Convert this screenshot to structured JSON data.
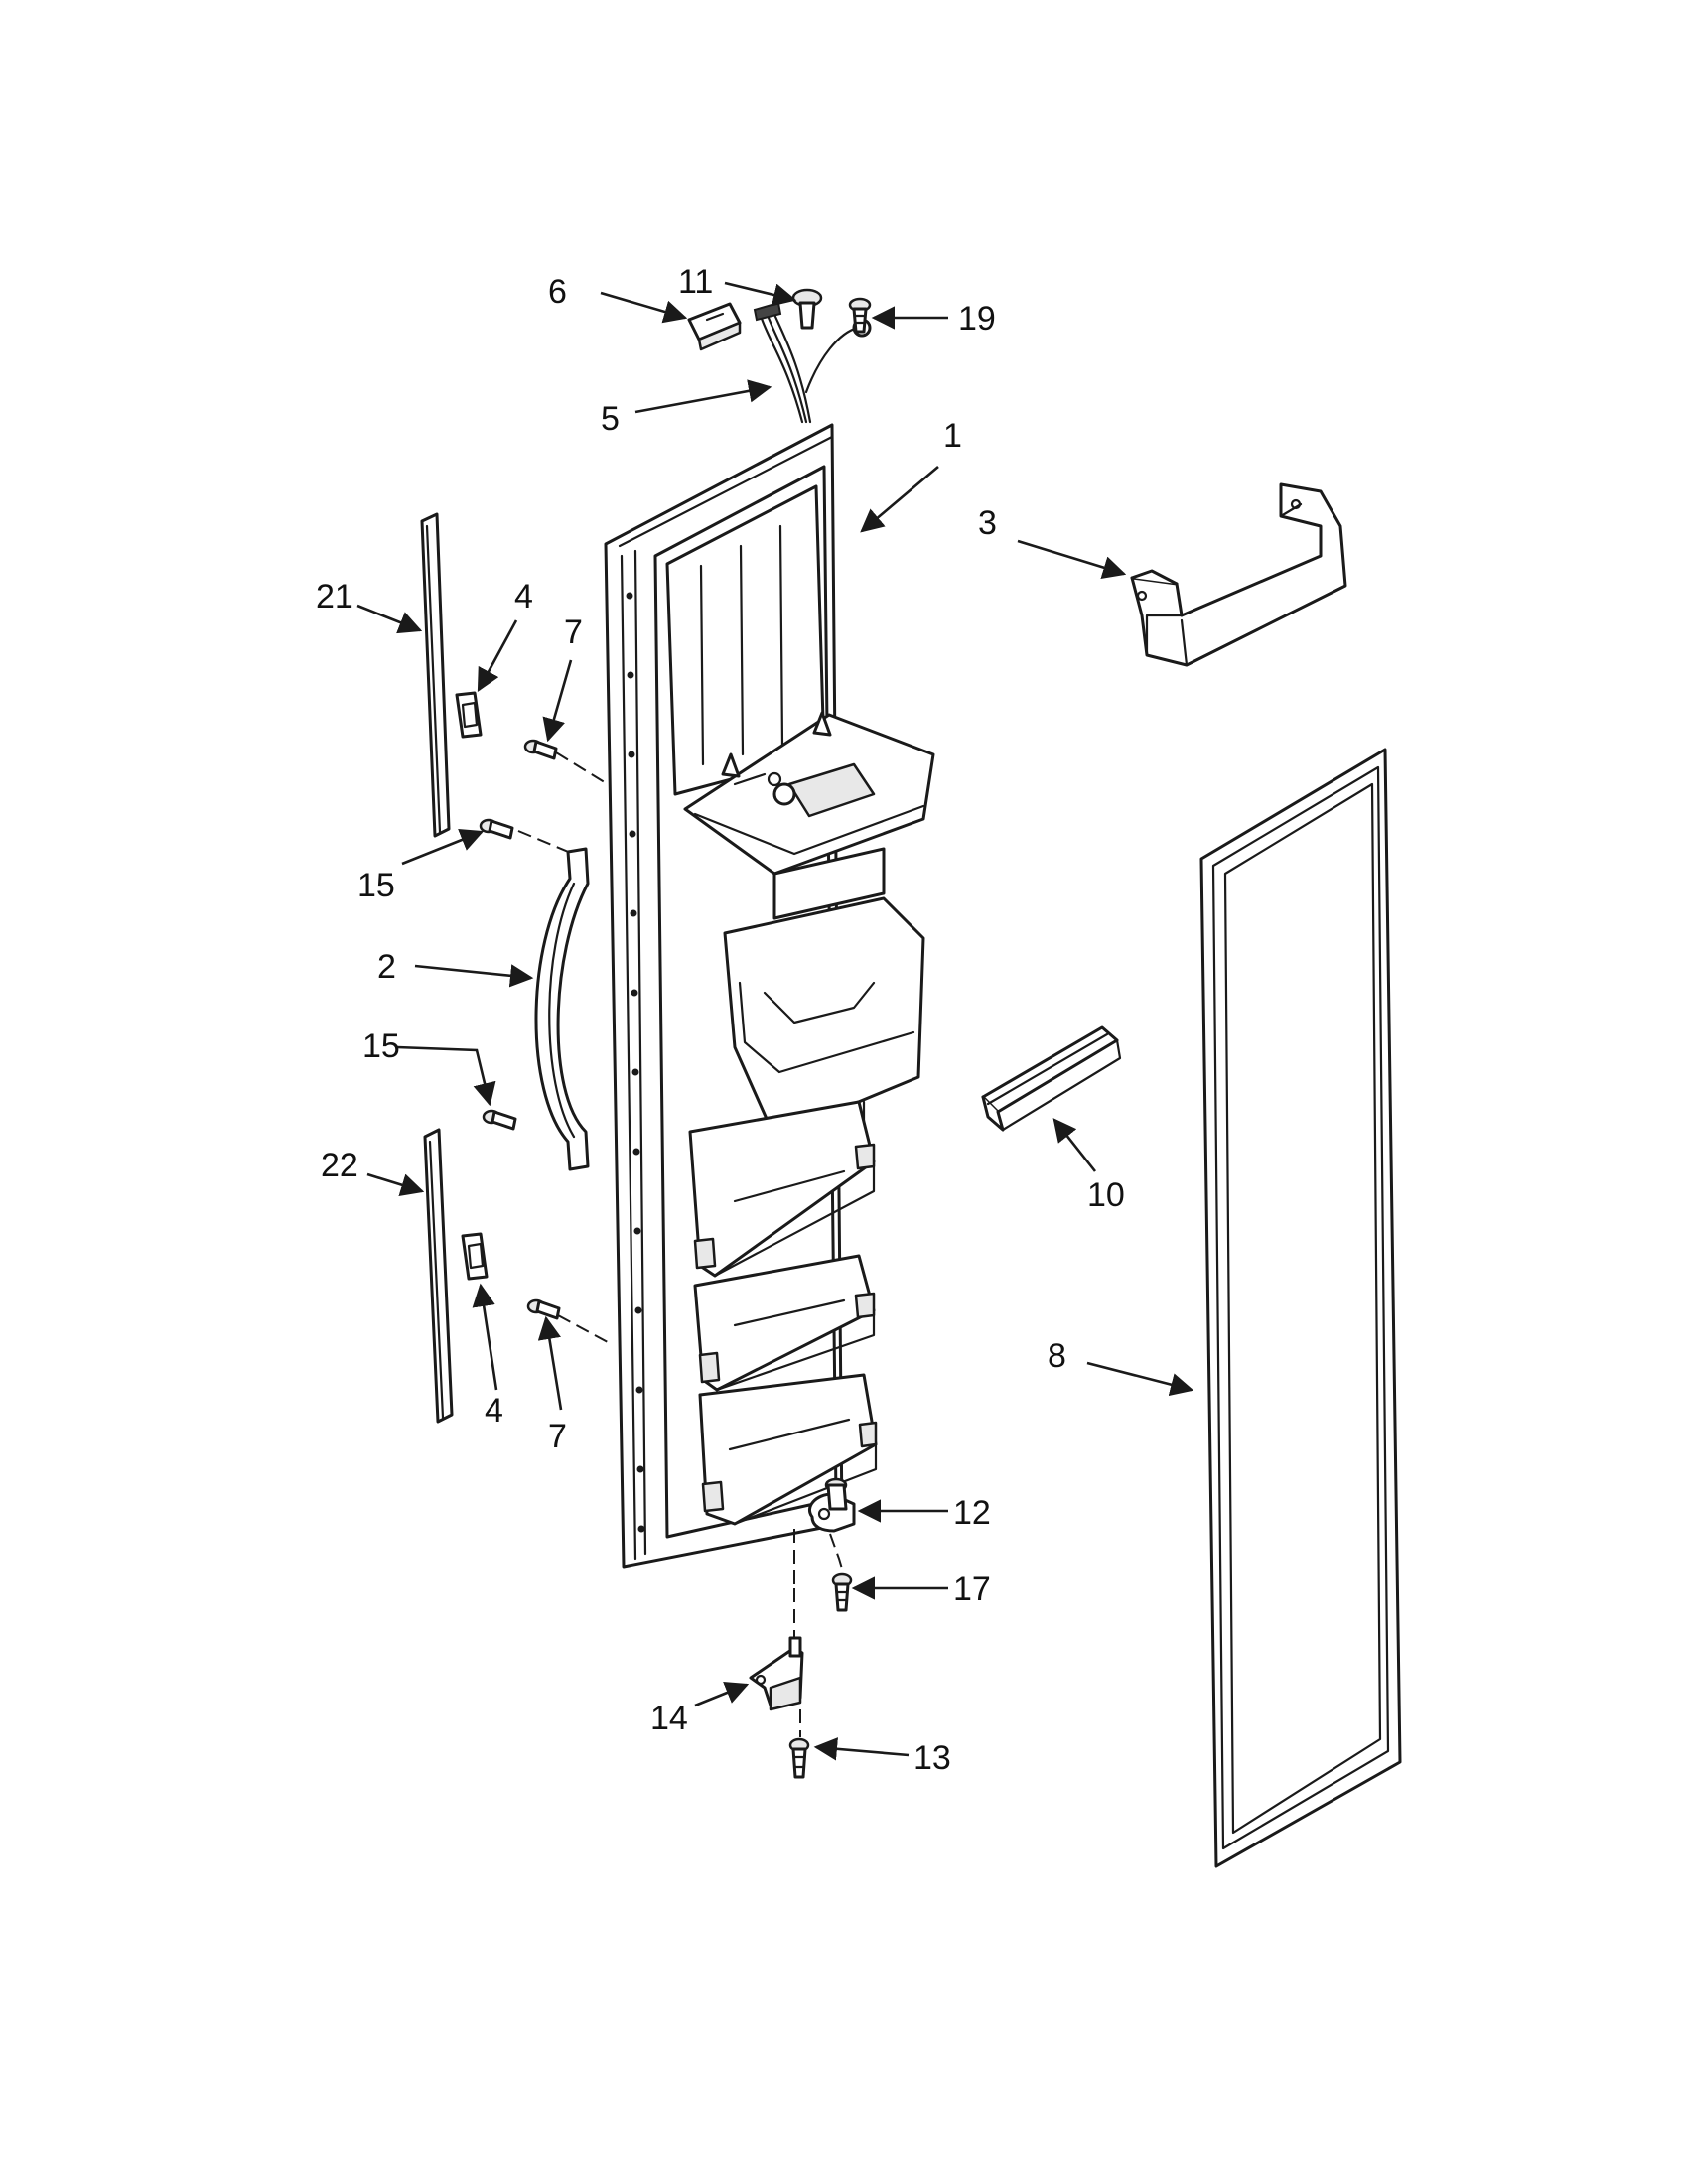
{
  "colors": {
    "ink": "#1a1a1a",
    "background": "#ffffff"
  },
  "callouts": [
    {
      "id": "c6",
      "label": "6"
    },
    {
      "id": "c11",
      "label": "11"
    },
    {
      "id": "c19",
      "label": "19"
    },
    {
      "id": "c5",
      "label": "5"
    },
    {
      "id": "c1",
      "label": "1"
    },
    {
      "id": "c3",
      "label": "3"
    },
    {
      "id": "c21",
      "label": "21"
    },
    {
      "id": "c4a",
      "label": "4"
    },
    {
      "id": "c7a",
      "label": "7"
    },
    {
      "id": "c15a",
      "label": "15"
    },
    {
      "id": "c2",
      "label": "2"
    },
    {
      "id": "c15b",
      "label": "15"
    },
    {
      "id": "c22",
      "label": "22"
    },
    {
      "id": "c4b",
      "label": "4"
    },
    {
      "id": "c7b",
      "label": "7"
    },
    {
      "id": "c10",
      "label": "10"
    },
    {
      "id": "c8",
      "label": "8"
    },
    {
      "id": "c12",
      "label": "12"
    },
    {
      "id": "c17",
      "label": "17"
    },
    {
      "id": "c14",
      "label": "14"
    },
    {
      "id": "c13",
      "label": "13"
    }
  ]
}
